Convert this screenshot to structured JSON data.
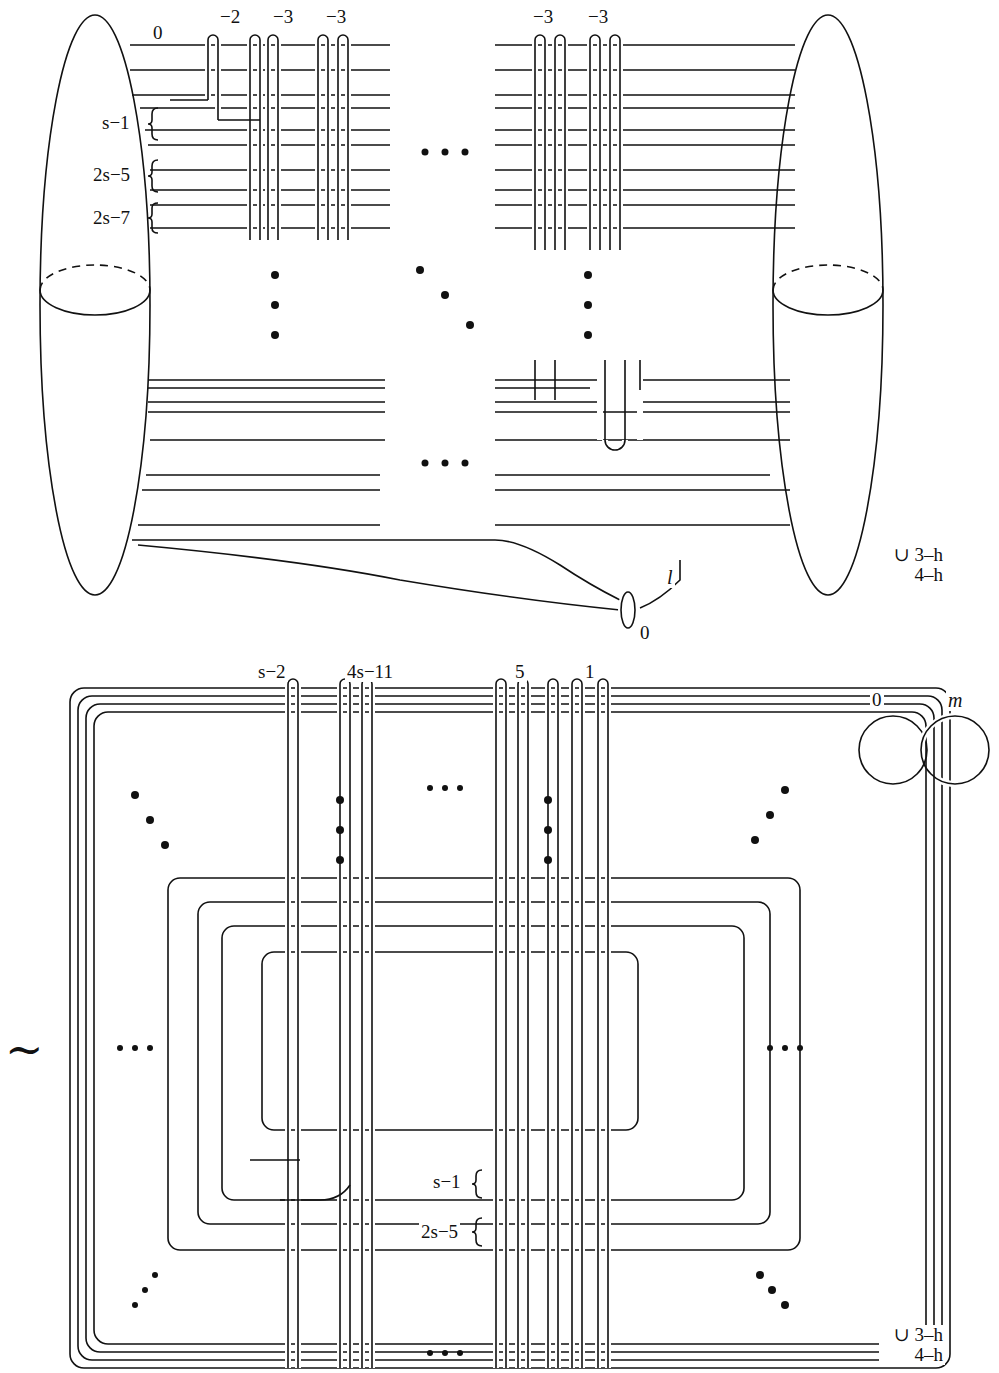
{
  "diagram": {
    "labels": [
      "0",
      "−2",
      "−3",
      "−3",
      "−3",
      "−3",
      "s−1",
      "2s−5",
      "2s−7",
      "l",
      "0",
      "∪ 3–h 4–h",
      "∼",
      "s−2",
      "4s−11",
      "5",
      "1",
      "0",
      "m",
      "s−1",
      "2s−5",
      "∪ 3–h 4–h"
    ]
  }
}
